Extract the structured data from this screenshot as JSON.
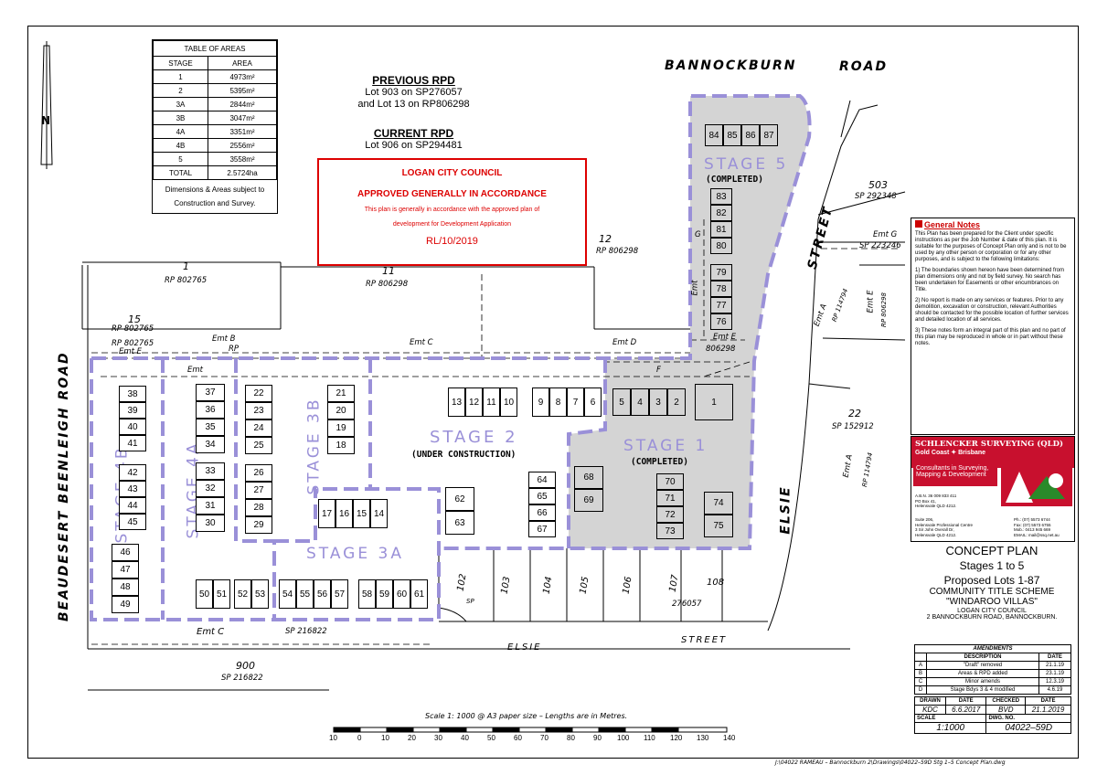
{
  "table_of_areas": {
    "title": "TABLE OF AREAS",
    "header": [
      "STAGE",
      "AREA"
    ],
    "rows": [
      [
        "1",
        "4973m²"
      ],
      [
        "2",
        "5395m²"
      ],
      [
        "3A",
        "2844m²"
      ],
      [
        "3B",
        "3047m²"
      ],
      [
        "4A",
        "3351m²"
      ],
      [
        "4B",
        "2556m²"
      ],
      [
        "5",
        "3558m²"
      ],
      [
        "TOTAL",
        "2.5724ha"
      ]
    ],
    "note_line1": "Dimensions & Areas subject to",
    "note_line2": "Construction and Survey."
  },
  "previous_rpd": {
    "heading": "PREVIOUS   RPD",
    "line1": "Lot 903 on SP276057",
    "line2": "and Lot 13 on RP806298"
  },
  "current_rpd": {
    "heading": "CURRENT  RPD",
    "line1": "Lot 906 on SP294481"
  },
  "council_stamp": {
    "council": "LOGAN CITY COUNCIL",
    "approval": "APPROVED GENERALLY IN ACCORDANCE",
    "line1": "This plan is generally in accordance with the approved plan of",
    "line2": "development for Development Application",
    "ref": "RL/10/2019"
  },
  "roads": {
    "bannockburn": "BANNOCKBURN",
    "road": "ROAD",
    "beaudesert": "BEAUDESERT  BEENLEIGH ROAD",
    "street_east": "STREET",
    "elsie_east": "ELSIE",
    "elsie_south": "ELSIE",
    "street_south": "STREET"
  },
  "parcels": {
    "p503": "503",
    "sp292348": "SP 292348",
    "emtg": "Emt G",
    "sp223246": "SP 223246",
    "p12": "12",
    "rp806298a": "RP 806298",
    "p11": "11",
    "rp806298b": "RP 806298",
    "p1": "1",
    "rp802765a": "RP 802765",
    "p15": "15",
    "rp802765b": "RP 802765",
    "rp802765c": "RP 802765",
    "emtE1": "Emt E",
    "emtB": "Emt B",
    "rp": "RP",
    "emtC1": "Emt C",
    "emtD": "Emt D",
    "emtE2": "Emt E",
    "rp806298c": "806298",
    "emt1": "Emt",
    "F": "F",
    "G": "G",
    "emt2": "Emt",
    "emtA1": "Emt A",
    "rp114794a": "RP 114794",
    "emtE3": "Emt E",
    "rp806298d": "RP 806298",
    "p22": "22",
    "sp152912": "SP 152912",
    "emtA2": "Emt A",
    "rp114794b": "RP 114794",
    "emtC2": "Emt  C",
    "sp216822a": "SP 216822",
    "p900": "900",
    "sp216822b": "SP 216822",
    "sp": "SP",
    "p276057": "276057",
    "south_lots": [
      "102",
      "103",
      "104",
      "105",
      "106",
      "107",
      "108"
    ]
  },
  "stages": {
    "s1": "STAGE 1",
    "s1note": "(COMPLETED)",
    "s2": "STAGE 2",
    "s2note": "(UNDER CONSTRUCTION)",
    "s3a": "STAGE 3A",
    "s3b": "STAGE 3B",
    "s4a": "STAGE 4A",
    "s4b": "STAGE 4B",
    "s5": "STAGE 5",
    "s5note": "(COMPLETED)"
  },
  "lots": {
    "stage5": [
      "84",
      "85",
      "86",
      "87",
      "83",
      "82",
      "81",
      "80",
      "79",
      "78",
      "77",
      "76"
    ],
    "stage1": [
      "5",
      "4",
      "3",
      "2",
      "1",
      "68",
      "69",
      "70",
      "71",
      "72",
      "73",
      "74",
      "75"
    ],
    "stage2": [
      "13",
      "12",
      "11",
      "10",
      "9",
      "8",
      "7",
      "6",
      "62",
      "63",
      "64",
      "65",
      "66",
      "67"
    ],
    "stage4b": [
      "38",
      "39",
      "40",
      "41",
      "42",
      "43",
      "44",
      "45",
      "46",
      "47",
      "48",
      "49"
    ],
    "stage4a": [
      "37",
      "36",
      "35",
      "34",
      "33",
      "32",
      "31",
      "30",
      "50",
      "51",
      "52",
      "53"
    ],
    "stage3b": [
      "22",
      "23",
      "24",
      "25",
      "26",
      "27",
      "28",
      "29",
      "21",
      "20",
      "19",
      "18"
    ],
    "stage3a": [
      "17",
      "16",
      "15",
      "14",
      "54",
      "55",
      "56",
      "57",
      "58",
      "59",
      "60",
      "61"
    ]
  },
  "scale_bar": {
    "caption": "Scale 1: 1000 @ A3 paper size – Lengths are in Metres.",
    "ticks": [
      "10",
      "0",
      "10",
      "20",
      "30",
      "40",
      "50",
      "60",
      "70",
      "80",
      "90",
      "100",
      "110",
      "120",
      "130",
      "140"
    ]
  },
  "general_notes": {
    "heading": "General Notes",
    "p1": "This Plan has been prepared for the Client under specific instructions as per the Job Number & date of this plan. It is suitable for the purposes of Concept Plan only and is not to be used by any other person or corporation or for any other purposes, and is subject to the following limitations:",
    "p2": "1) The boundaries shown hereon have been determined from plan dimensions only and not by field survey. No search has been undertaken for Easements or other encumbrances on Title.",
    "p3": "2) No report is made on any services or features. Prior to any demolition, excavation or construction, relevant Authorities should be contacted for the possible location of further services and detailed location of all services.",
    "p4": "3) These notes form an integral part of this plan and no part of this plan may be reproduced in whole or in part without these notes."
  },
  "company": {
    "name": "SCHLENCKER SURVEYING (QLD)",
    "offices": "Gold Coast  ✦  Brisbane",
    "tagline1": "Consultants in Surveying,",
    "tagline2": "Mapping & Development",
    "abn": "A.B.N.  36 009 833 411",
    "po": "PO Box 41,",
    "po2": "Helensvale QLD  4212.",
    "suite": "Suite 206,",
    "centre": "Helensvale Professional Centre",
    "street": "3 Sir John Overall Dr,",
    "city": "Helensvale QLD  4212.",
    "ph": "Ph.: (07) 5573 6744",
    "fax": "Fax: (07) 5573 6755",
    "mob": "Mob.: 0413 945 669",
    "email": "EMAIL: mail@ssq.net.au"
  },
  "title_block": {
    "t1": "CONCEPT PLAN",
    "t2": "Stages 1 to 5",
    "t3": "Proposed Lots 1-87",
    "t4": "COMMUNITY TITLE SCHEME",
    "t5": "\"WINDAROO VILLAS\"",
    "t6": "LOGAN CITY COUNCIL",
    "t7": "2 BANNOCKBURN ROAD, BANNOCKBURN."
  },
  "amendments": {
    "heading": "AMENDMENTS",
    "cols": [
      "DESCRIPTION",
      "DATE"
    ],
    "rows": [
      [
        "A",
        "\"Draft\" removed",
        "21.1.19"
      ],
      [
        "B",
        "Areas & RPD added",
        "23.1.19"
      ],
      [
        "C",
        "Minor amends",
        "12.3.19"
      ],
      [
        "D",
        "Stage Bdys 3 & 4 modified",
        "4.6.19"
      ]
    ]
  },
  "sign": {
    "h": [
      "DRAWN",
      "DATE",
      "CHECKED",
      "DATE"
    ],
    "v": [
      "KDC",
      "6.6.2017",
      "BVD",
      "21.1.2019"
    ],
    "scale_label": "SCALE",
    "scale": "1:1000",
    "dwg_label": "DWG. NO.",
    "dwg": "04022–59D"
  },
  "footer_path": "J:\\04022 RAMEAU – Bannockburn 2\\Drawings\\04022–59D Stg 1–5 Concept Plan.dwg",
  "north": "N",
  "colors": {
    "stage_boundary": "#9a90d8",
    "completed_fill": "#d4d4d4",
    "council_red": "#dd0000",
    "company_red": "#c8102e"
  }
}
